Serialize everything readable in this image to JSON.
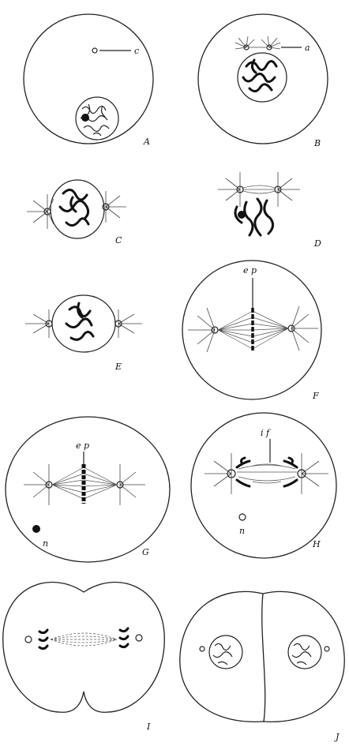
{
  "panels": {
    "A": {
      "letter": "A",
      "label": "c"
    },
    "B": {
      "letter": "B",
      "label": "a"
    },
    "C": {
      "letter": "C"
    },
    "D": {
      "letter": "D"
    },
    "E": {
      "letter": "E"
    },
    "F": {
      "letter": "F",
      "label": "e p"
    },
    "G": {
      "letter": "G",
      "label": "e p",
      "label2": "n"
    },
    "H": {
      "letter": "H",
      "label": "i f",
      "label2": "n"
    },
    "I": {
      "letter": "I"
    },
    "J": {
      "letter": "J"
    }
  }
}
